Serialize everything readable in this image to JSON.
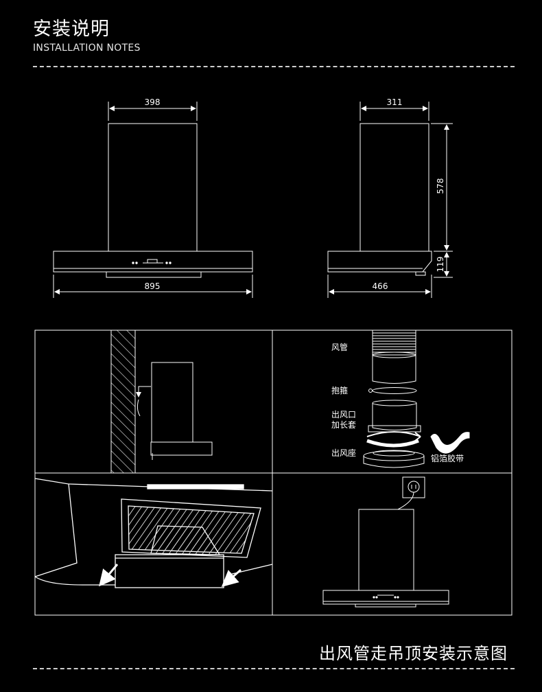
{
  "header": {
    "title": "安装说明",
    "subtitle": "INSTALLATION NOTES"
  },
  "dimensions": {
    "front": {
      "chimney_width": "398",
      "hood_width": "895"
    },
    "side": {
      "chimney_depth": "311",
      "hood_depth": "466",
      "chimney_height": "578",
      "hood_height": "119"
    }
  },
  "parts": {
    "duct": "风管",
    "clamp": "抱箍",
    "outlet_ext_1": "出风口",
    "outlet_ext_2": "加长套",
    "outlet_base": "出风座",
    "foil_tape": "铝箔胶带"
  },
  "caption": "出风管走吊顶安装示意图"
}
